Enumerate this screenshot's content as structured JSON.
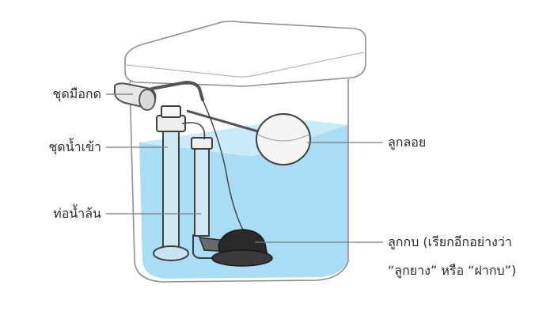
{
  "labels": {
    "flush_handle": "ชุดมือกด",
    "fill_valve": "ชุดน้ำเข้า",
    "overflow_tube": "ท่อน้ำล้น",
    "float_ball": "ลูกลอย",
    "flapper_line1": "ลูกกบ (เรียกอีกอย่างว่า",
    "flapper_line2": "“ลูกยาง” หรือ “ฝากบ”)"
  },
  "colors": {
    "water": "#a9ddf3",
    "water_surface": "#c9eaf8",
    "outline": "#8f8f8f",
    "label_line": "#7a7a7a",
    "rubber": "#2a2a2a",
    "float": "#f4f4f4"
  }
}
